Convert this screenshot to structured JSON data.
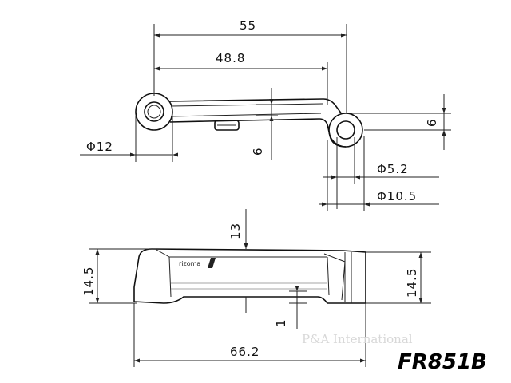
{
  "drawing": {
    "part_number": "FR851B",
    "logo_text": "rizoma",
    "watermark": "P&A International",
    "dimensions": {
      "top_overall_width": "55",
      "top_center_width": "48.8",
      "eye_diameter_left": "Φ12",
      "arm_offset": "6",
      "right_eye_offset": "6",
      "hole_diameter": "Φ5.2",
      "eye_diameter_right": "Φ10.5",
      "side_depth": "13",
      "side_height_left": "14.5",
      "side_height_right": "14.5",
      "step": "1",
      "side_overall_width": "66.2"
    }
  }
}
